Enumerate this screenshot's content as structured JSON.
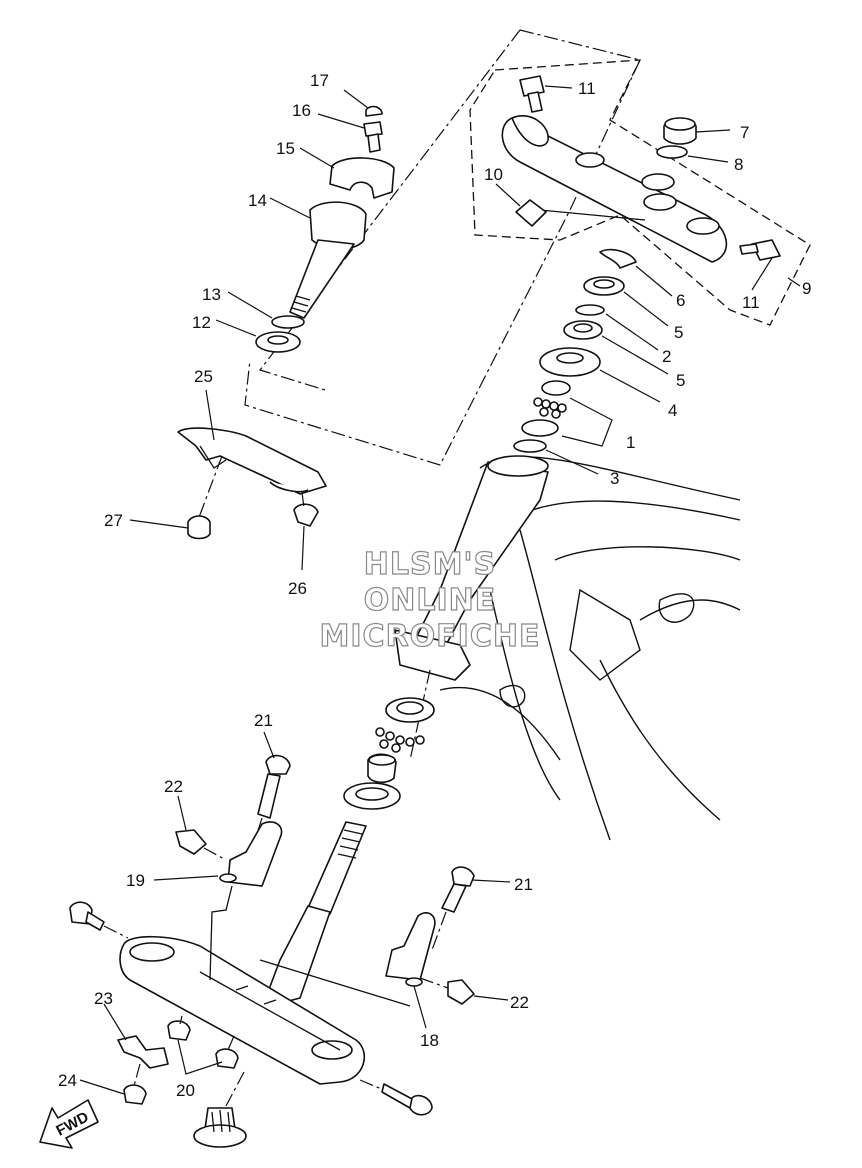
{
  "callouts": [
    {
      "id": "c1",
      "text": "1"
    },
    {
      "id": "c2",
      "text": "2"
    },
    {
      "id": "c3",
      "text": "3"
    },
    {
      "id": "c4",
      "text": "4"
    },
    {
      "id": "c5a",
      "text": "5"
    },
    {
      "id": "c5b",
      "text": "5"
    },
    {
      "id": "c6",
      "text": "6"
    },
    {
      "id": "c7",
      "text": "7"
    },
    {
      "id": "c8",
      "text": "8"
    },
    {
      "id": "c9",
      "text": "9"
    },
    {
      "id": "c10",
      "text": "10"
    },
    {
      "id": "c11a",
      "text": "11"
    },
    {
      "id": "c11b",
      "text": "11"
    },
    {
      "id": "c12",
      "text": "12"
    },
    {
      "id": "c13",
      "text": "13"
    },
    {
      "id": "c14",
      "text": "14"
    },
    {
      "id": "c15",
      "text": "15"
    },
    {
      "id": "c16",
      "text": "16"
    },
    {
      "id": "c17",
      "text": "17"
    },
    {
      "id": "c18",
      "text": "18"
    },
    {
      "id": "c19",
      "text": "19"
    },
    {
      "id": "c20",
      "text": "20"
    },
    {
      "id": "c21a",
      "text": "21"
    },
    {
      "id": "c21b",
      "text": "21"
    },
    {
      "id": "c22a",
      "text": "22"
    },
    {
      "id": "c22b",
      "text": "22"
    },
    {
      "id": "c23",
      "text": "23"
    },
    {
      "id": "c24",
      "text": "24"
    },
    {
      "id": "c25",
      "text": "25"
    },
    {
      "id": "c26",
      "text": "26"
    },
    {
      "id": "c27",
      "text": "27"
    }
  ],
  "watermark": {
    "line1": "HLSM'S",
    "line2": "ONLINE",
    "line3": "MICROFICHE"
  },
  "direction_arrow": {
    "text": "FWD",
    "icon": "fwd-arrow-icon"
  }
}
